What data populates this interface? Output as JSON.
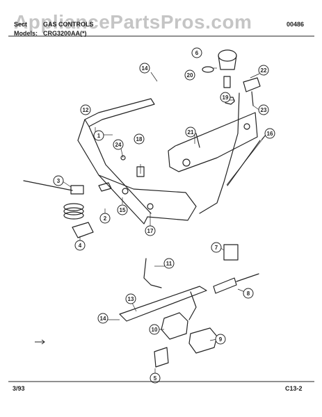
{
  "watermark": "AppliancePartsPros.com",
  "header": {
    "section_label": "Sect",
    "section_title": "GAS CONTROLS",
    "page_code": "00486",
    "models_label": "Models:",
    "models_value": "CRG3200AA(*)"
  },
  "callouts": [
    {
      "num": "1"
    },
    {
      "num": "2"
    },
    {
      "num": "3"
    },
    {
      "num": "4"
    },
    {
      "num": "5"
    },
    {
      "num": "6"
    },
    {
      "num": "7"
    },
    {
      "num": "8"
    },
    {
      "num": "9"
    },
    {
      "num": "10"
    },
    {
      "num": "11"
    },
    {
      "num": "12"
    },
    {
      "num": "13"
    },
    {
      "num": "14"
    },
    {
      "num": "14"
    },
    {
      "num": "15"
    },
    {
      "num": "16"
    },
    {
      "num": "17"
    },
    {
      "num": "18"
    },
    {
      "num": "19"
    },
    {
      "num": "20"
    },
    {
      "num": "21"
    },
    {
      "num": "22"
    },
    {
      "num": "23"
    },
    {
      "num": "24"
    }
  ],
  "footer": {
    "date": "3/93",
    "page_id": "C13-2"
  }
}
